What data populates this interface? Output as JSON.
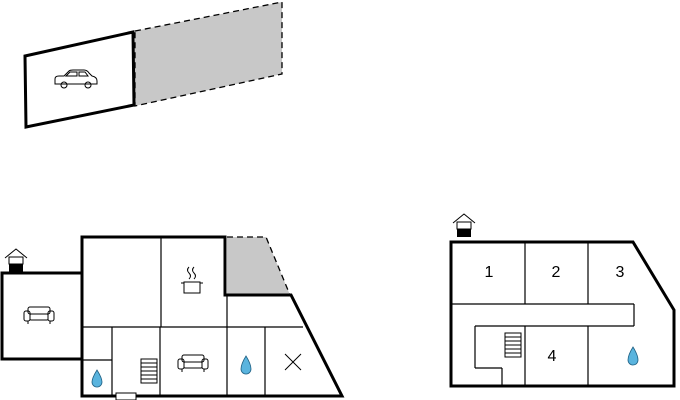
{
  "floor_plan": {
    "icons": {
      "car": "car-icon",
      "entrance": "house-entrance-icon",
      "sofa": "sofa-icon",
      "cooking_pot": "cooking-pot-icon",
      "stairs": "stairs-icon",
      "water": "water-drop-icon",
      "cross": "cross-icon"
    },
    "upper_floor": {
      "rooms": [
        {
          "label": "1"
        },
        {
          "label": "2"
        },
        {
          "label": "3"
        },
        {
          "label": "4"
        }
      ]
    },
    "colors": {
      "wall": "#000000",
      "outdoor_area": "#c8c8c8",
      "water": "#5ab4de"
    }
  }
}
